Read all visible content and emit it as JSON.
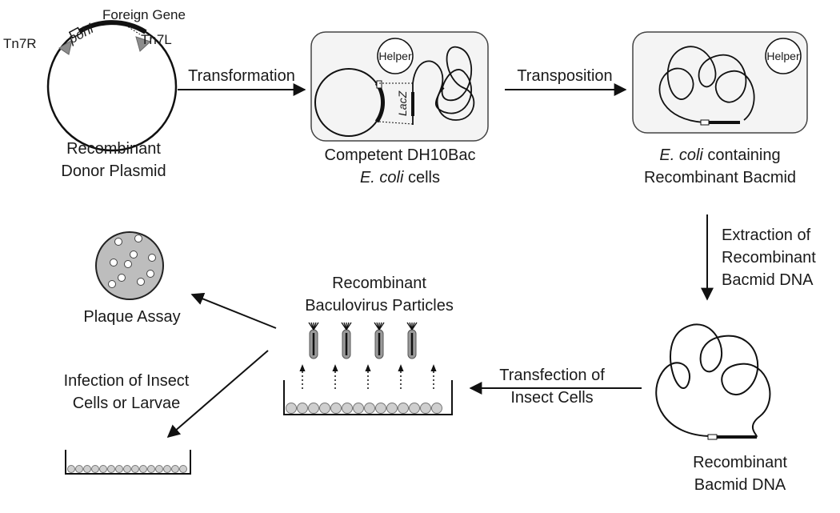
{
  "colors": {
    "ink": "#111111",
    "box_bg": "#f3f3f3",
    "dish_gray": "#bdbdbd",
    "cell_gray": "#cfcfcf",
    "arrow_gray": "#9a9a9a"
  },
  "donor_plasmid": {
    "label_line1": "Recombinant",
    "label_line2": "Donor Plasmid",
    "foreign_gene": "Foreign Gene",
    "tn7r": "Tn7R",
    "tn7l": "Tn7L",
    "promoter": "pohl"
  },
  "step_transformation": "Transformation",
  "competent_cells": {
    "label_line1": "Competent DH10Bac",
    "label_line2_italic": "E. coli",
    "label_line2_rest": " cells",
    "helper": "Helper",
    "lacz": "LacZ"
  },
  "step_transposition": "Transposition",
  "ecoli_bacmid": {
    "label_line1_italic": "E. coli",
    "label_line1_rest": " containing",
    "label_line2": "Recombinant Bacmid",
    "helper": "Helper"
  },
  "step_extraction": {
    "line1": "Extraction of",
    "line2": "Recombinant",
    "line3": "Bacmid DNA"
  },
  "bacmid_dna": {
    "label_line1": "Recombinant",
    "label_line2": "Bacmid DNA"
  },
  "step_transfection": {
    "line1": "Transfection of",
    "line2": "Insect Cells"
  },
  "particles": {
    "line1": "Recombinant",
    "line2": "Baculovirus Particles"
  },
  "plaque_assay": "Plaque Assay",
  "infection": {
    "line1": "Infection of Insect",
    "line2": "Cells or Larvae"
  }
}
